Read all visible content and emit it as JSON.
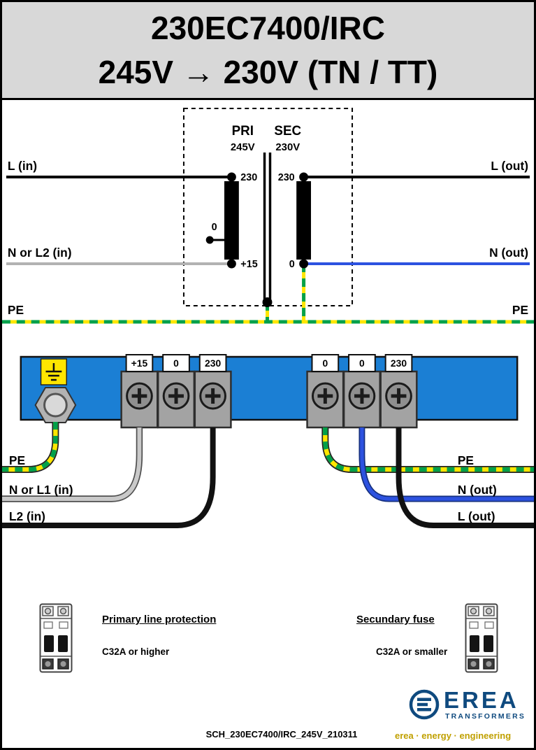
{
  "title": {
    "line1": "230EC7400/IRC",
    "line2": "245V → 230V (TN / TT)"
  },
  "schematic": {
    "pri_label": "PRI",
    "sec_label": "SEC",
    "pri_voltage": "245V",
    "sec_voltage": "230V",
    "pri_tap_top": "230",
    "pri_tap_mid": "0",
    "pri_tap_bottom": "+15",
    "sec_tap_top": "230",
    "sec_tap_bottom": "0",
    "l_in": "L (in)",
    "l_out": "L (out)",
    "n_in": "N or L2 (in)",
    "n_out": "N (out)",
    "pe_left": "PE",
    "pe_right": "PE"
  },
  "terminal_block": {
    "left_terminals": [
      "+15",
      "0",
      "230"
    ],
    "right_terminals": [
      "0",
      "0",
      "230"
    ],
    "left_wire_labels": [
      "PE",
      "N or L1 (in)",
      "L2 (in)"
    ],
    "right_wire_labels": [
      "PE",
      "N (out)",
      "L (out)"
    ]
  },
  "protection": {
    "primary_title": "Primary line protection",
    "primary_spec": "C32A or higher",
    "secondary_title": "Secundary fuse",
    "secondary_spec": "C32A or smaller"
  },
  "footer": {
    "doc_ref": "SCH_230EC7400/IRC_245V_210311",
    "brand_name": "EREA",
    "brand_subtitle": "TRANSFORMERS",
    "brand_tagline": "erea · energy · engineering"
  },
  "colors": {
    "title_bg": "#d8d8d8",
    "rail_blue": "#1b7fd4",
    "pe_yellow": "#ffe600",
    "pe_green": "#00a04a",
    "neutral_gray": "#c9c9c9",
    "wire_blue": "#2d52e0",
    "brand_blue": "#0f4a7f",
    "brand_gold": "#c0a000"
  }
}
